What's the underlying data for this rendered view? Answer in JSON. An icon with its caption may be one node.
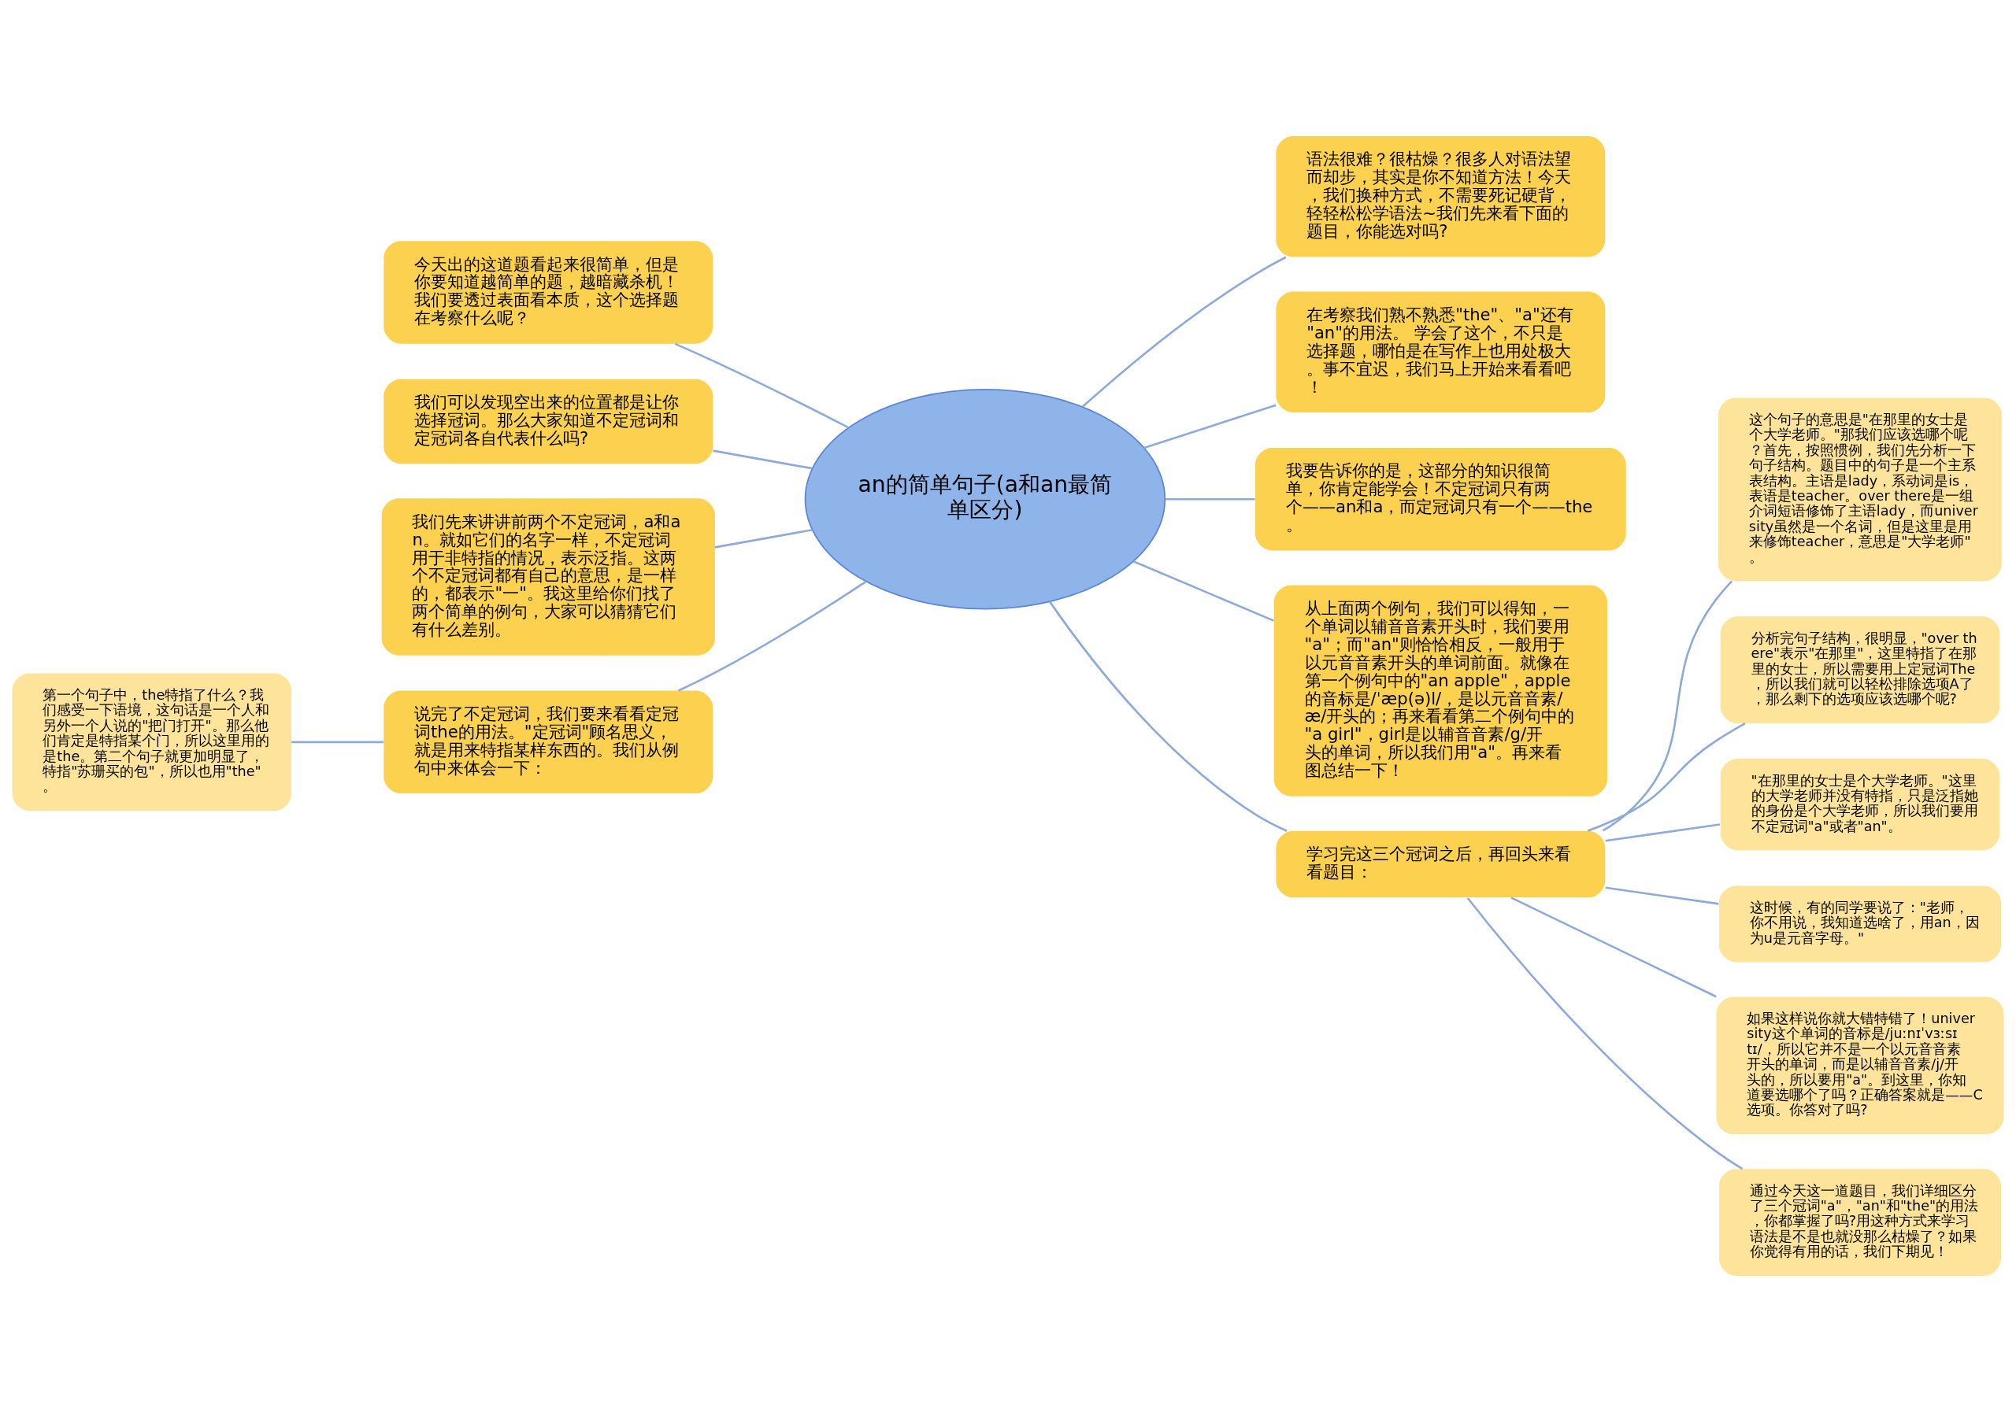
{
  "diagram": {
    "nodes": [
      {
        "text": [
          "an的简单句子(a和an最简单区分)"
        ]
      },
      {
        "text": [
          "今天出的这道题看起来很简单，但是你要知道越简单的题，越暗藏杀机！我们要透过表面看本质，这个选择题在考察什么呢？"
        ]
      },
      {
        "text": [
          "我们可以发现空出来的位置都是让你选择冠词。那么大家知道不定冠词和定冠词各自代表什么吗?"
        ]
      },
      {
        "text": [
          "我们先来讲讲前两个不定冠词，a和an。就如它们的名字一样，不定冠词用于非特指的情况，表示泛指。这两个不定冠词都有自己的意思，是一样的，都表示\"一\"。我这里给你们找了两个简单的例句，大家可以猜猜它们有什么差别。"
        ]
      },
      {
        "text": [
          "说完了不定冠词，我们要来看看定冠词the的用法。\"定冠词\"顾名思义，就是用来特指某样东西的。我们从例句中来体会一下："
        ]
      },
      {
        "text": [
          "第一个句子中，the特指了什么？我们感受一下语境，这句话是一个人和另外一个人说的\"把门打开\"。那么他们肯定是特指某个门，所以这里用的是the。第二个句子就更加明显了，特指\"苏珊买的包\"，所以也用\"the\"。"
        ]
      },
      {
        "text": [
          "语法很难？很枯燥？很多人对语法望而却步，其实是你不知道方法！今天，我们换种方式，不需要死记硬背，轻轻松松学语法~我们先来看下面的题目，你能选对吗?"
        ]
      },
      {
        "text": [
          "在考察我们熟不熟悉\"the\"、\"a\"还有\"an\"的用法。 学会了这个，不只是选择题，哪怕是在写作上也用处极大。事不宜迟，我们马上开始来看看吧！"
        ]
      },
      {
        "text": [
          "我要告诉你的是，这部分的知识很简单，你肯定能学会！不定冠词只有两个——an和a，而定冠词只有一个——the。"
        ]
      },
      {
        "text": [
          "从上面两个例句，我们可以得知，一个单词以辅音音素开头时，我们要用\"a\"；而\"an\"则恰恰相反，一般用于以元音音素开头的单词前面。就像在第一个例句中的\"an apple\"，apple的音标是/ˈæp(ə)l/，是以元音音素/æ/开头的；再来看看第二个例句中的\"a girl\"，girl是以辅音音素/g/开头的单词，所以我们用\"a\"。再来看图总结一下！"
        ]
      },
      {
        "text": [
          "学习完这三个冠词之后，再回头来看看题目："
        ]
      },
      {
        "text": [
          "这个句子的意思是\"在那里的女士是个大学老师。\"那我们应该选哪个呢？首先，按照惯例，我们先分析一下句子结构。题目中的句子是一个主系表结构。主语是lady，系动词是is，表语是teacher。over there是一组介词短语修饰了主语lady，而university虽然是一个名词，但是这里是用来修饰teacher，意思是\"大学老师\"。"
        ]
      },
      {
        "text": [
          "分析完句子结构，很明显，\"over there\"表示\"在那里\"，这里特指了在那里的女士，所以需要用上定冠词The，所以我们就可以轻松排除选项A了，那么剩下的选项应该选哪个呢?"
        ]
      },
      {
        "text": [
          "\"在那里的女士是个大学老师。\"这里的大学老师并没有特指，只是泛指她的身份是个大学老师，所以我们要用不定冠词\"a\"或者\"an\"。"
        ]
      },
      {
        "text": [
          "这时候，有的同学要说了：\"老师，你不用说，我知道选啥了，用an，因为u是元音字母。\""
        ]
      },
      {
        "text": [
          "如果这样说你就大错特错了！university这个单词的音标是/juːnɪˈvɜːsɪtɪ/，所以它并不是一个以元音音素开头的单词，而是以辅音音素/j/开头的，所以要用\"a\"。到这里，你知道要选哪个了吗？正确答案就是——C选项。你答对了吗?"
        ]
      },
      {
        "text": [
          "通过今天这一道题目，我们详细区分了三个冠词\"a\"，\"an\"和\"the\"的用法，你都掌握了吗?用这种方式来学习语法是不是也就没那么枯燥了？如果你觉得有用的话，我们下期见！"
        ]
      }
    ],
    "edges": [
      {
        "from": 0,
        "to": 1,
        "arrow": "none"
      },
      {
        "from": 0,
        "to": 2,
        "arrow": "none"
      },
      {
        "from": 0,
        "to": 3,
        "arrow": "none"
      },
      {
        "from": 0,
        "to": 4,
        "arrow": "none"
      },
      {
        "from": 4,
        "to": 5,
        "arrow": "none"
      },
      {
        "from": 0,
        "to": 6,
        "arrow": "none"
      },
      {
        "from": 0,
        "to": 7,
        "arrow": "none"
      },
      {
        "from": 0,
        "to": 8,
        "arrow": "none"
      },
      {
        "from": 0,
        "to": 9,
        "arrow": "none"
      },
      {
        "from": 0,
        "to": 10,
        "arrow": "none"
      },
      {
        "from": 10,
        "to": 11,
        "arrow": "none"
      },
      {
        "from": 10,
        "to": 12,
        "arrow": "none"
      },
      {
        "from": 10,
        "to": 13,
        "arrow": "none"
      },
      {
        "from": 10,
        "to": 14,
        "arrow": "none"
      },
      {
        "from": 10,
        "to": 15,
        "arrow": "none"
      },
      {
        "from": 10,
        "to": 16,
        "arrow": "none"
      }
    ]
  }
}
